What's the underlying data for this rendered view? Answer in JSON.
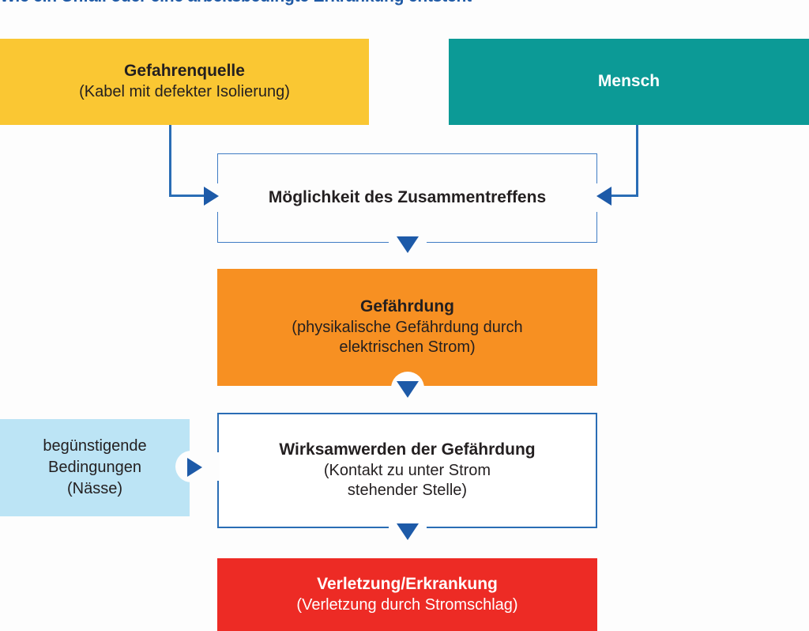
{
  "title": "Wie ein Unfall oder eine arbeitsbedingte Erkrankung entsteht",
  "colors": {
    "title_blue": "#1f5aa6",
    "yellow": "#fac733",
    "teal": "#0c9a96",
    "orange": "#f79022",
    "red": "#ed2b25",
    "light_blue": "#bce4f5",
    "arrow_blue": "#1d5aa8",
    "outline_blue": "#2a6db5",
    "text_dark": "#231f20",
    "text_white": "#ffffff"
  },
  "nodes": {
    "hazard_source": {
      "headline": "Gefahrenquelle",
      "detail": "(Kabel mit defekter Isolierung)"
    },
    "person": {
      "headline": "Mensch",
      "detail": ""
    },
    "possibility": {
      "headline": "Möglichkeit des Zusammentreffens",
      "detail": ""
    },
    "hazard": {
      "headline": "Gefährdung",
      "detail_line1": "(physikalische Gefährdung durch",
      "detail_line2": "elektrischen Strom)"
    },
    "effect": {
      "headline": "Wirksamwerden der Gefährdung",
      "detail_line1": "(Kontakt zu unter Strom",
      "detail_line2": "stehender Stelle)"
    },
    "injury": {
      "headline": "Verletzung/Erkrankung",
      "detail": "(Verletzung durch Stromschlag)"
    },
    "conditions": {
      "line1": "begünstigende",
      "line2": "Bedingungen",
      "line3": "(Nässe)"
    }
  },
  "arrows": {
    "from_hazard_source": "arrow-right-into-possibility",
    "from_person": "arrow-left-into-possibility",
    "possibility_to_hazard": "arrow-down",
    "hazard_to_effect": "arrow-down",
    "effect_to_injury": "arrow-down",
    "conditions_to_effect": "arrow-right"
  }
}
